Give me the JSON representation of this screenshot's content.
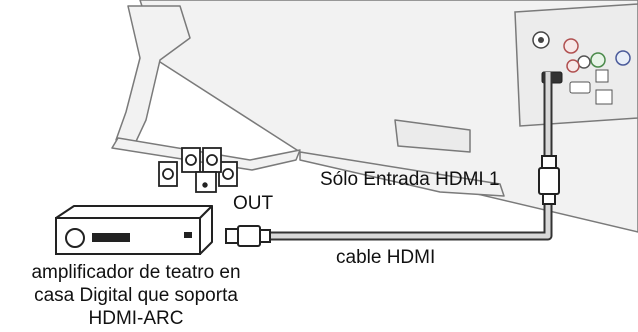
{
  "labels": {
    "hdmi_input": "Sólo Entrada HDMI 1",
    "out": "OUT",
    "cable": "cable HDMI",
    "amplifier_lines": [
      "amplificador de teatro en",
      "casa Digital que soporta",
      "HDMI-ARC"
    ]
  },
  "colors": {
    "tv_body": "#f2f2f2",
    "tv_outline": "#7a7a7a",
    "cable": "#d9d9d9",
    "cable_outline": "#333333",
    "device_outline": "#222222"
  }
}
